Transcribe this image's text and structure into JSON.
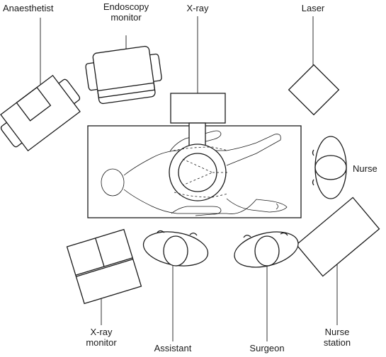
{
  "labels": {
    "anaesthetist": "Anaesthetist",
    "endoscopy_monitor": "Endoscopy\nmonitor",
    "xray": "X-ray",
    "laser": "Laser",
    "nurse": "Nurse",
    "xray_monitor": "X-ray\nmonitor",
    "assistant": "Assistant",
    "surgeon": "Surgeon",
    "nurse_station": "Nurse\nstation"
  }
}
